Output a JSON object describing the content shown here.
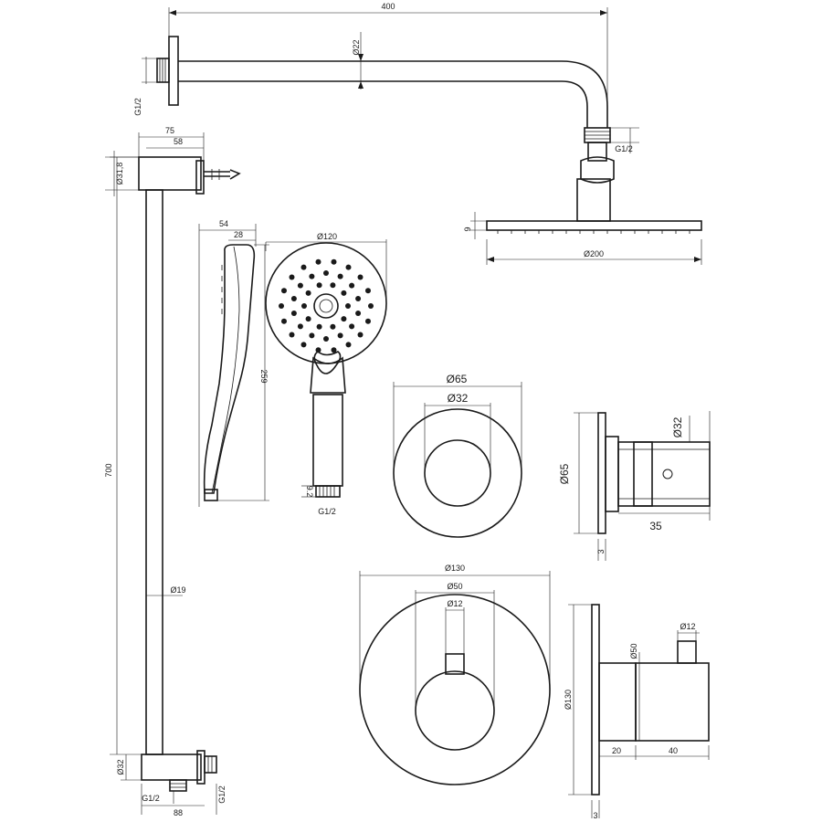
{
  "labels": {
    "arm_length": "400",
    "arm_dia": "Ø22",
    "wall_thread": "G1/2",
    "arm_thread": "G1/2",
    "head_thickness": "9",
    "head_dia": "Ø200",
    "hook_outer": "75",
    "hook_inner": "58",
    "hook_dia": "Ø31,8",
    "rail_length": "700",
    "rail_dia": "Ø19",
    "elbow_dia": "Ø32",
    "elbow_thread_bottom": "G1/2",
    "elbow_width": "88",
    "elbow_thread_right": "G1/2",
    "hand_depth": "54",
    "hand_depth_inner": "28",
    "hand_head_dia": "Ø120",
    "hand_length": "259",
    "hand_thread_len": "9.2",
    "hand_thread": "G1/2",
    "small_rosette_outer": "Ø65",
    "small_rosette_inner": "Ø32",
    "diverter_knob_dia": "Ø32",
    "diverter_rosette_dia": "Ø65",
    "diverter_length": "35",
    "diverter_plate": "3",
    "big_rosette_outer": "Ø130",
    "big_rosette_mid": "Ø50",
    "big_rosette_lever": "Ø12",
    "mixer_lever_dia": "Ø12",
    "mixer_body_dia": "Ø50",
    "mixer_rosette_dia": "Ø130",
    "mixer_body_len": "20",
    "mixer_lever_len": "40",
    "mixer_plate": "3"
  }
}
